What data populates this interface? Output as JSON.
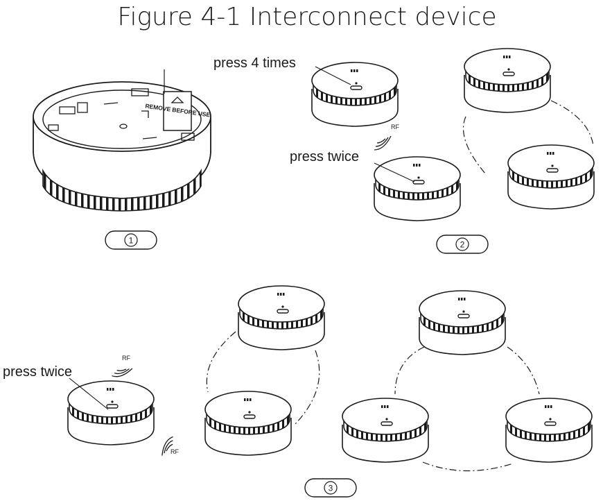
{
  "title": "Figure 4-1 Interconnect device",
  "tab_label": "REMOVE BEFORE USE",
  "steps": [
    {
      "number": "1"
    },
    {
      "number": "2"
    },
    {
      "number": "3"
    }
  ],
  "labels": {
    "press_4_times": "press 4 times",
    "press_twice_step2": "press twice",
    "press_twice_step3": "press twice",
    "rf": "RF"
  },
  "colors": {
    "line": "#1a1a1a",
    "background": "#ffffff"
  },
  "icons": [
    "smoke-alarm-device",
    "rf-signal-icon",
    "dash-dot-connection-line"
  ]
}
